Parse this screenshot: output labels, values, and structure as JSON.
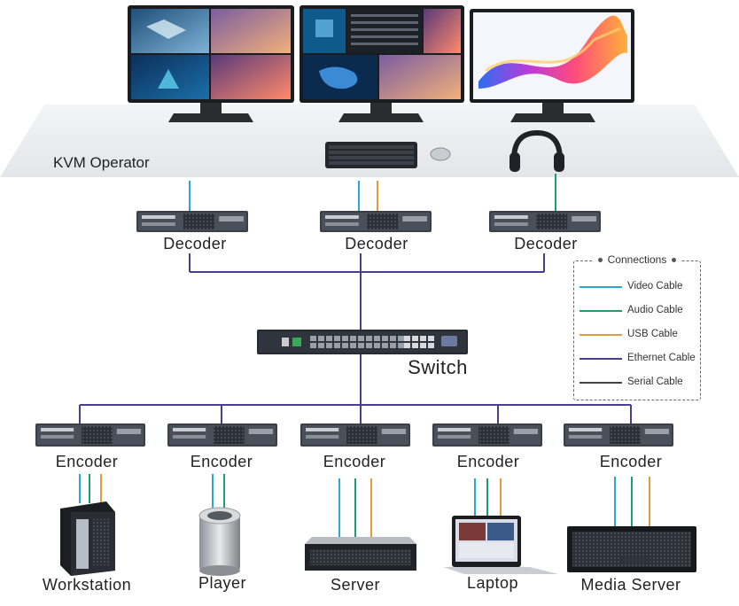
{
  "operator": {
    "label": "KVM Operator"
  },
  "decoders": [
    {
      "label": "Decoder"
    },
    {
      "label": "Decoder"
    },
    {
      "label": "Decoder"
    }
  ],
  "switch": {
    "label": "Switch"
  },
  "encoders": [
    {
      "label": "Encoder",
      "device": "Workstation"
    },
    {
      "label": "Encoder",
      "device": "Player"
    },
    {
      "label": "Encoder",
      "device": "Server"
    },
    {
      "label": "Encoder",
      "device": "Laptop"
    },
    {
      "label": "Encoder",
      "device": "Media Server"
    }
  ],
  "legend": {
    "title": "Connections",
    "items": [
      {
        "label": "Video Cable",
        "color": "#2aa8d8"
      },
      {
        "label": "Audio Cable",
        "color": "#1e9e6a"
      },
      {
        "label": "USB Cable",
        "color": "#e69a3c"
      },
      {
        "label": "Ethernet Cable",
        "color": "#4a3f8f"
      },
      {
        "label": "Serial Cable",
        "color": "#444444"
      }
    ]
  },
  "device_screens": {
    "laptop_screen_text": "",
    "server_brand": ""
  }
}
